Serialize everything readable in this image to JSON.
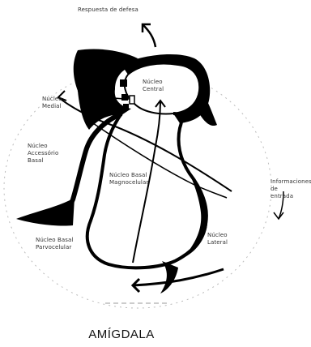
{
  "labels": {
    "top_output": "Respuesta de defesa",
    "central": "Núcleo\nCentral",
    "medial": "Núcleo\nMedial",
    "accessory_basal": "Núcleo\nAccessório\nBasal",
    "basal_magnocellular": "Núcleo Basal\nMagnocelular",
    "information_input": "Informaciones\nde\nentrada",
    "lateral": "Núcleo\nLateral",
    "basal_parvocellular": "Núcleo Basal\nParvocelular"
  },
  "title": "AMÍGDALA"
}
